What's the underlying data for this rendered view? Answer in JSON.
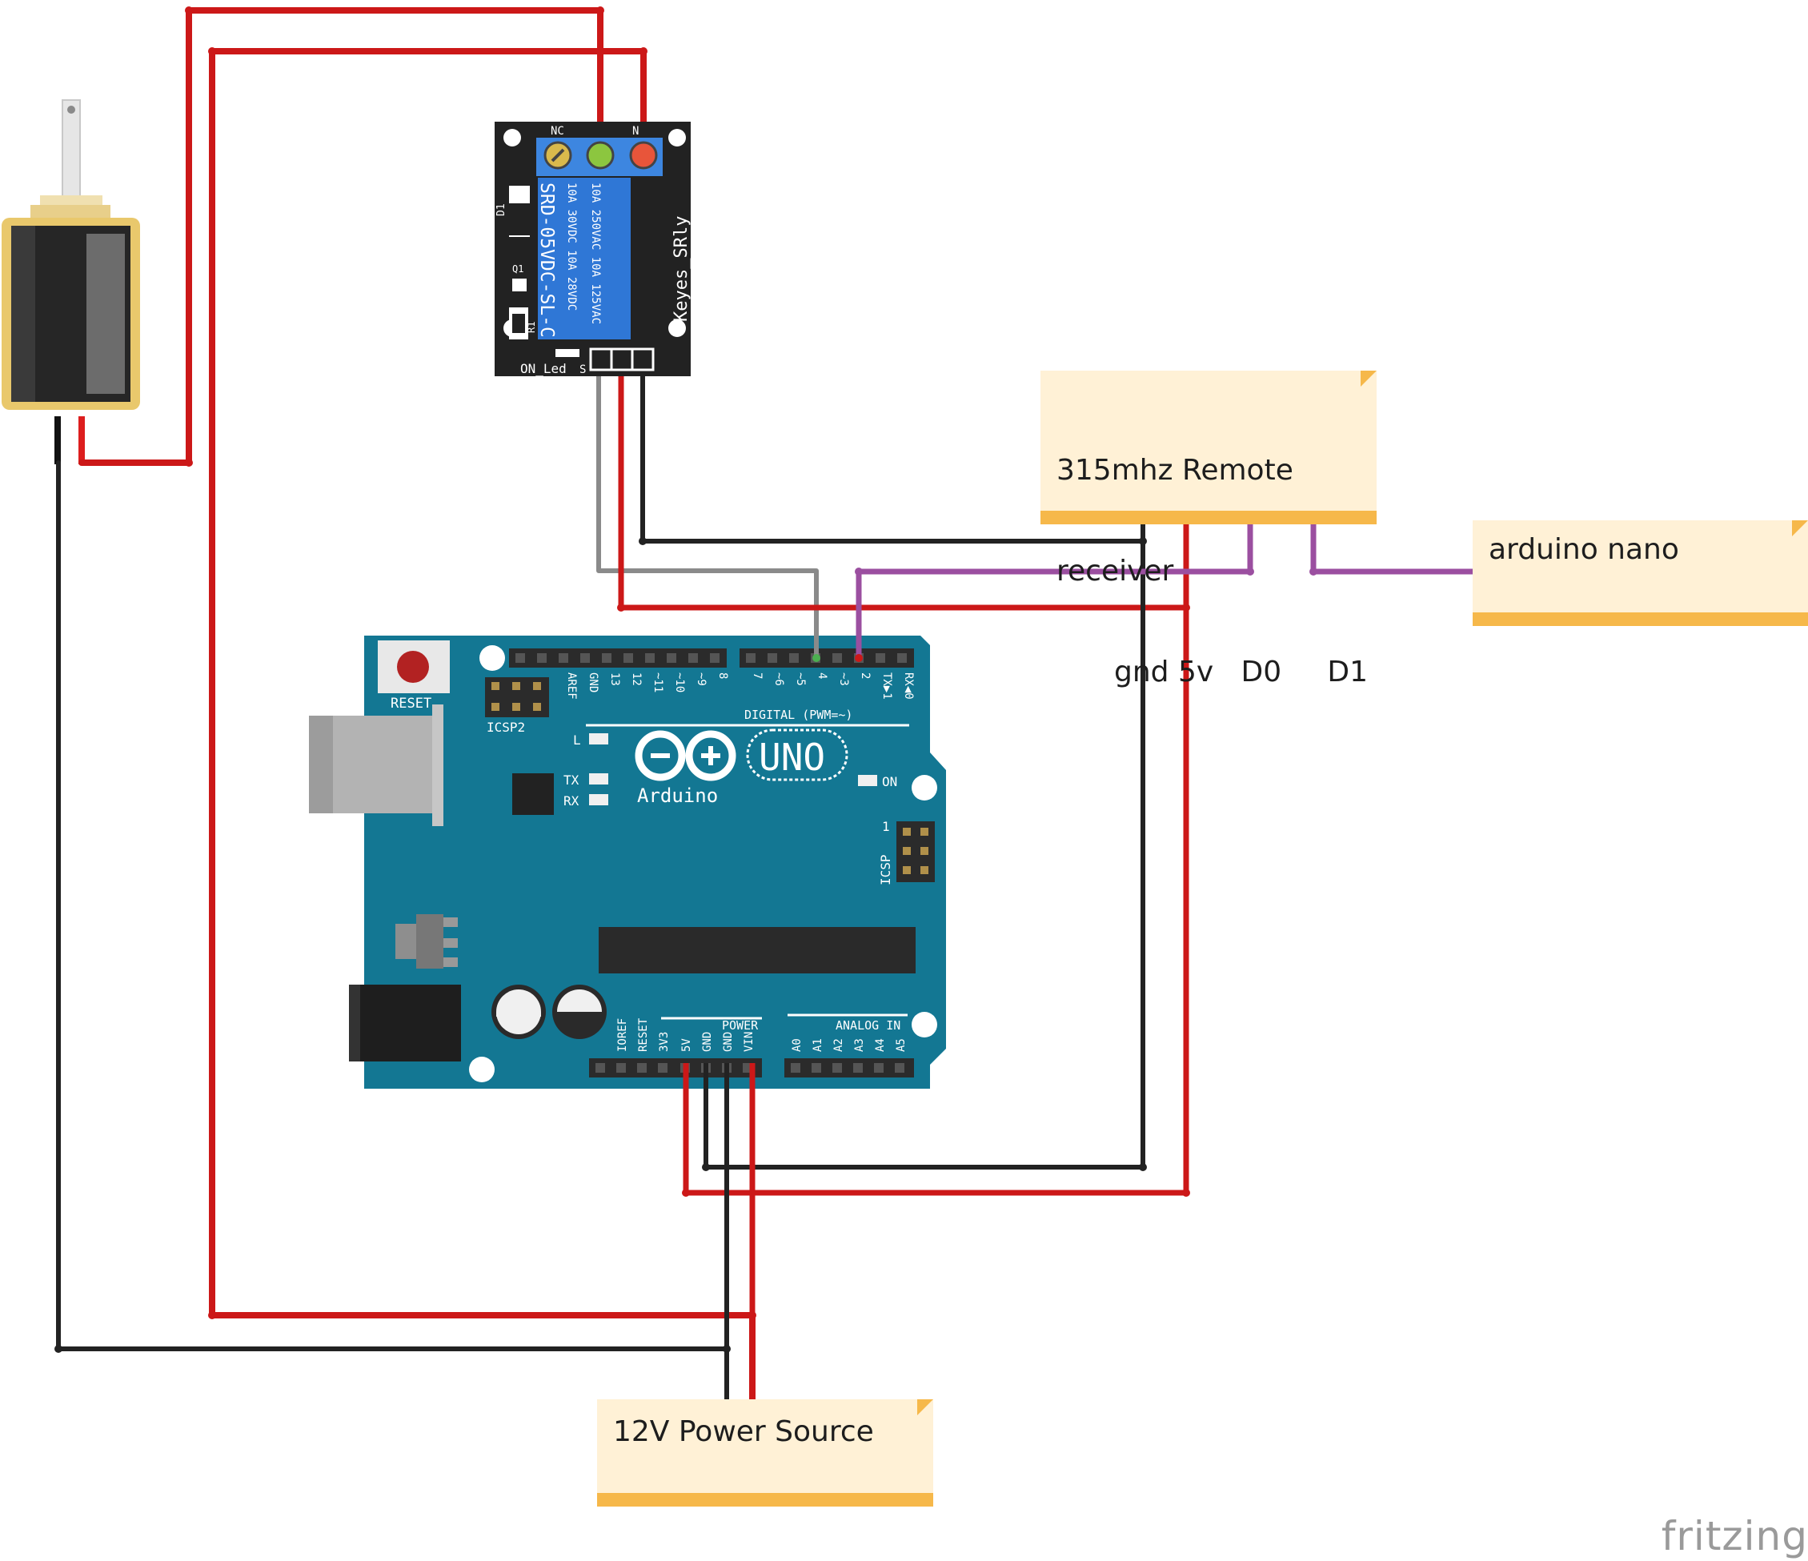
{
  "notes": {
    "receiver": {
      "line1": "315mhz Remote",
      "line2": "receiver",
      "pins": "gnd 5v   D0     D1"
    },
    "nano": {
      "label": "arduino nano"
    },
    "power": {
      "label": "12V Power Source"
    }
  },
  "relay": {
    "nc": "NC",
    "no": "N",
    "d1": "D1",
    "q1": "Q1",
    "r1": "R1",
    "model": "SRD-05VDC-SL-C",
    "rating1": "10A 250VAC 10A 125VAC",
    "rating2": "10A 30VDC 10A 28VDC",
    "brand": "Keyes_SRly",
    "led": "ON_Led",
    "s": "S"
  },
  "arduino": {
    "reset": "RESET",
    "icsp2": "ICSP2",
    "icsp": "ICSP",
    "icsp_pin": "1",
    "brand": "Arduino",
    "model": "UNO",
    "led_l": "L",
    "led_tx": "TX",
    "led_rx": "RX",
    "led_on": "ON",
    "digital": "DIGITAL (PWM=~)",
    "power": "POWER",
    "analog": "ANALOG IN",
    "top_pins": [
      "AREF",
      "GND",
      "13",
      "12",
      "~11",
      "~10",
      "~9",
      "8"
    ],
    "top_pins2": [
      "7",
      "~6",
      "~5",
      "4",
      "~3",
      "2",
      "TX▶1",
      "RX◀0"
    ],
    "bottom_pins": [
      "IOREF",
      "RESET",
      "3V3",
      "5V",
      "GND",
      "GND",
      "VIN"
    ],
    "analog_pins": [
      "A0",
      "A1",
      "A2",
      "A3",
      "A4",
      "A5"
    ]
  },
  "watermark": "fritzing",
  "colors": {
    "wire_red": "#cc1818",
    "wire_black": "#222222",
    "wire_purple": "#9b4fa0",
    "wire_gray": "#8a8a8a",
    "pcb_teal": "#137793",
    "relay_blue": "#2f77d6",
    "note_bg": "#fff1d6",
    "note_bar": "#f6b84a"
  }
}
